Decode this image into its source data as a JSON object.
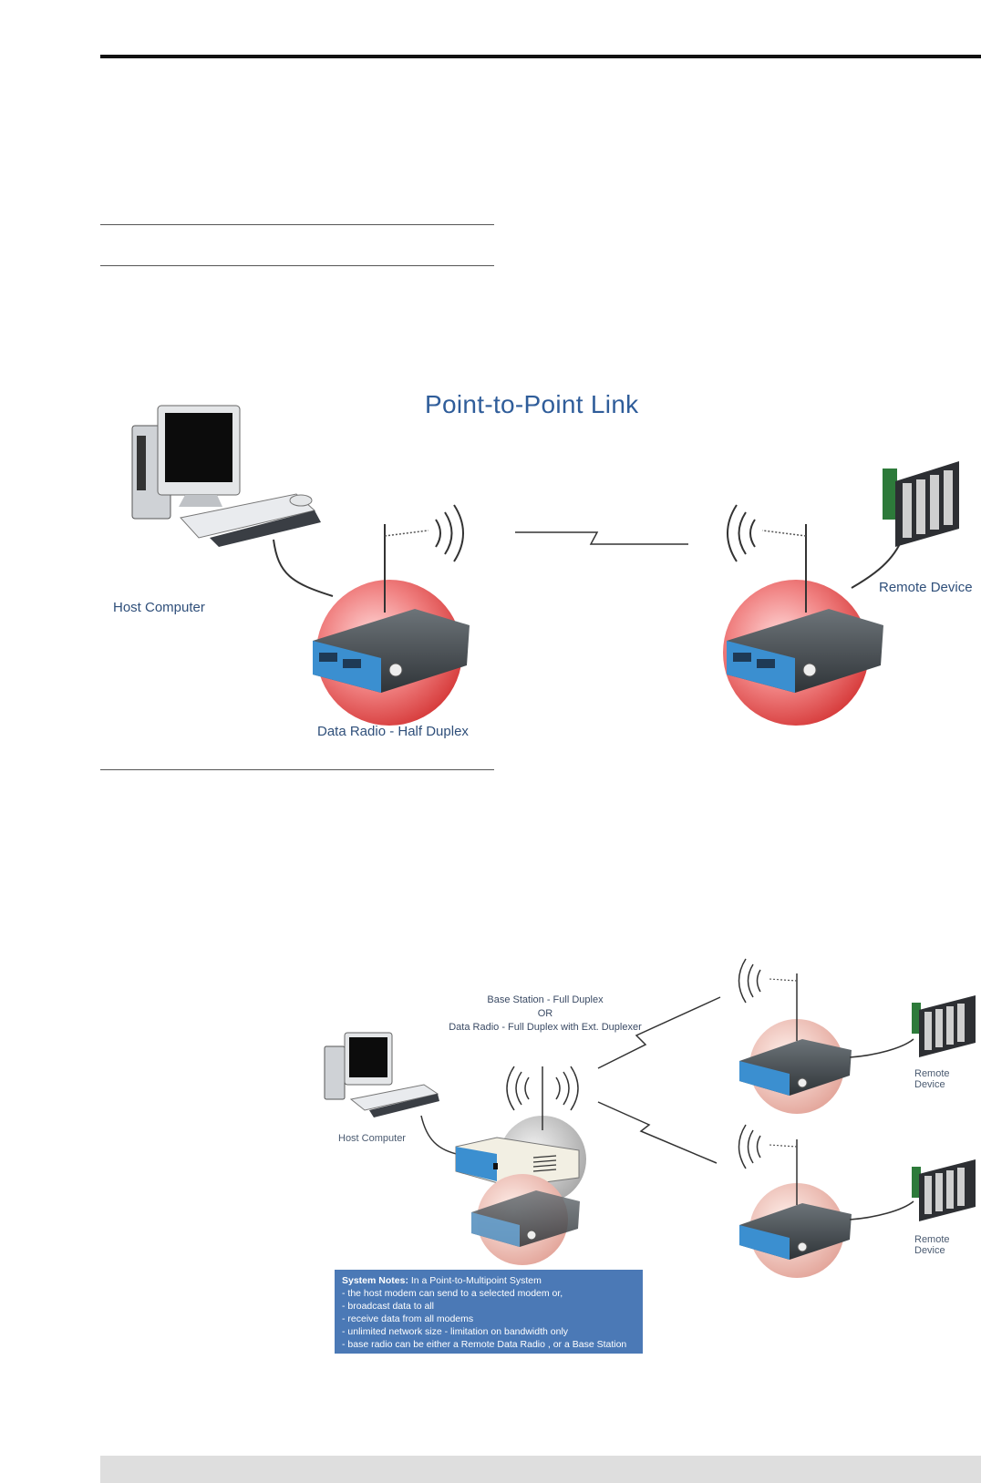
{
  "point_to_point": {
    "title": "Point-to-Point Link",
    "host_label": "Host Computer",
    "radio_label": "Data Radio - Half Duplex",
    "remote_label": "Remote Device"
  },
  "point_to_multipoint": {
    "base_label_line1": "Base Station - Full Duplex",
    "base_label_line2": "OR",
    "base_label_line3": "Data Radio - Full Duplex with Ext. Duplexer",
    "host_label": "Host Computer",
    "remote_label_1": "Remote Device",
    "remote_label_2": "Remote Device",
    "notes_title": "System Notes:",
    "notes_intro": " In a Point-to-Multipoint System",
    "notes": [
      "- the host modem can send to a selected modem or,",
      "- broadcast data to all",
      "- receive data from all modems",
      "- unlimited network size - limitation on bandwidth only",
      "- base radio can be either a Remote Data Radio , or a Base Station"
    ]
  },
  "colors": {
    "title_blue": "#2f5d9a",
    "radio_halo": "#e85a5a",
    "radio_panel": "#3b8fd0",
    "notes_bg": "#4b79b6",
    "footer_gray": "#dedede"
  }
}
